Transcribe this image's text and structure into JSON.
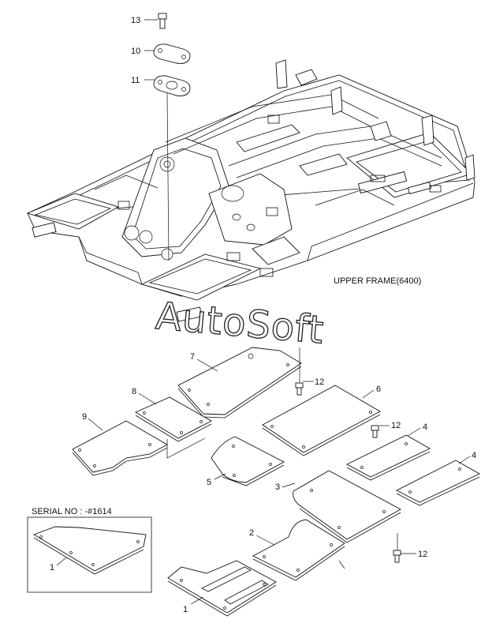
{
  "frame_label": "UPPER FRAME(6400)",
  "watermark": "AutoSoft",
  "serial_box": {
    "label": "SERIAL NO : -#1614",
    "callout": "1"
  },
  "callouts": {
    "c13": "13",
    "c10": "10",
    "c11": "11",
    "c7": "7",
    "c8": "8",
    "c9": "9",
    "c12a": "12",
    "c6": "6",
    "c12b": "12",
    "c4a": "4",
    "c5": "5",
    "c4b": "4",
    "c3": "3",
    "c2": "2",
    "c12c": "12",
    "c1": "1"
  }
}
